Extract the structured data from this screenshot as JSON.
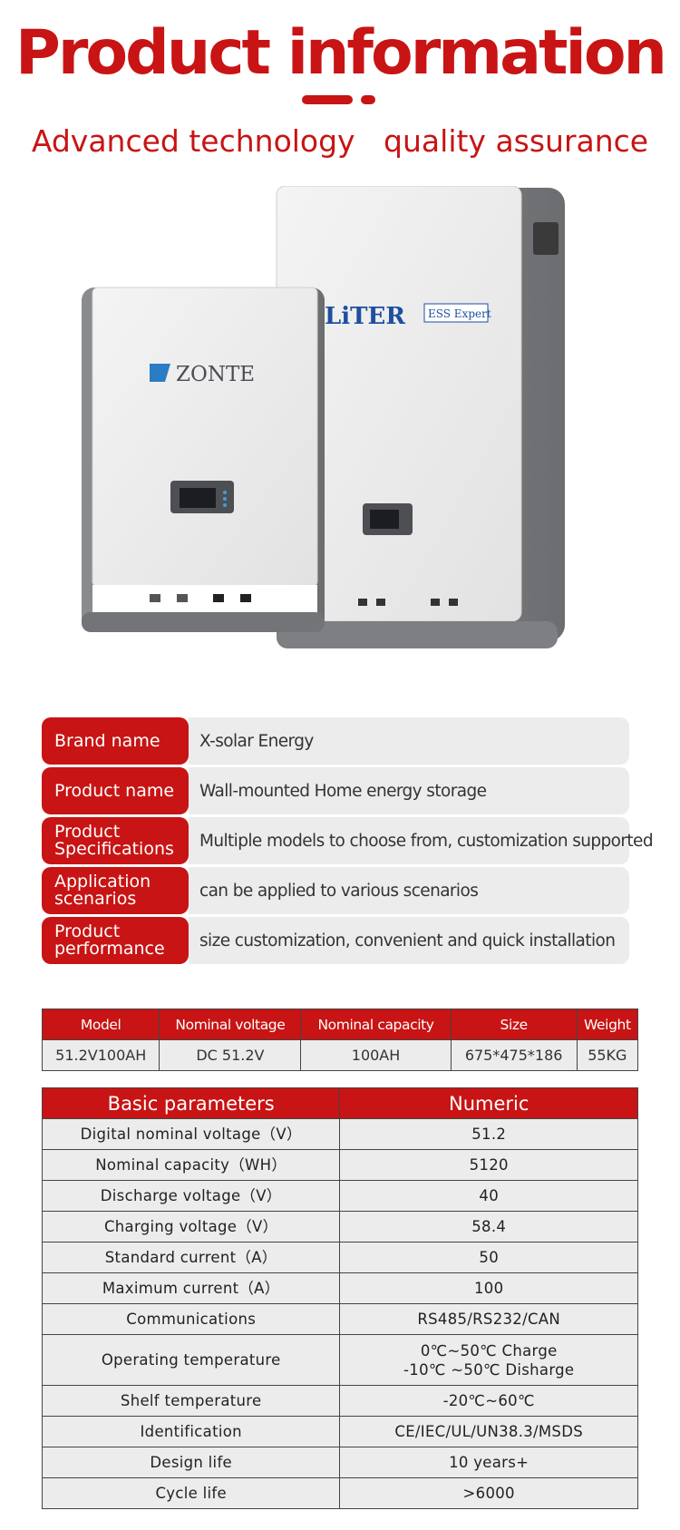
{
  "header": {
    "title": "Product information",
    "subtitle": "Advanced technology   quality assurance"
  },
  "product_image": {
    "left_unit_brand": "ZONTE",
    "right_unit_brand": "LiTER",
    "right_unit_tag": "ESS Expert"
  },
  "info_rows": [
    {
      "label": "Brand name",
      "value": "X-solar Energy"
    },
    {
      "label": "Product name",
      "value": "Wall-mounted Home energy storage"
    },
    {
      "label_lines": [
        "Product",
        "Specifications"
      ],
      "value": "Multiple models to choose from, customization supported"
    },
    {
      "label_lines": [
        "Application",
        "scenarios"
      ],
      "value": "can be applied to various scenarios"
    },
    {
      "label_lines": [
        "Product",
        "performance"
      ],
      "value": "size customization, convenient and quick installation"
    }
  ],
  "model_table": {
    "headers": [
      "Model",
      "Nominal voltage",
      "Nominal capacity",
      "Size",
      "Weight"
    ],
    "row": [
      "51.2V100AH",
      "DC 51.2V",
      "100AH",
      "675*475*186",
      "55KG"
    ]
  },
  "param_table": {
    "headers": [
      "Basic parameters",
      "Numeric"
    ],
    "rows": [
      {
        "param": "Digital nominal voltage（V）",
        "value": "51.2"
      },
      {
        "param": "Nominal capacity（WH）",
        "value": "5120"
      },
      {
        "param": "Discharge voltage（V）",
        "value": "40"
      },
      {
        "param": "Charging voltage（V）",
        "value": "58.4"
      },
      {
        "param": "Standard current（A）",
        "value": "50"
      },
      {
        "param": "Maximum current（A）",
        "value": "100"
      },
      {
        "param": "Communications",
        "value": "RS485/RS232/CAN"
      },
      {
        "param": "Operating temperature",
        "value_lines": [
          "0℃~50℃ Charge",
          "-10℃ ~50℃ Disharge"
        ]
      },
      {
        "param": "Shelf temperature",
        "value": "-20℃~60℃"
      },
      {
        "param": "Identification",
        "value": "CE/IEC/UL/UN38.3/MSDS"
      },
      {
        "param": "Design life",
        "value": "10 years+"
      },
      {
        "param": "Cycle life",
        "value": ">6000"
      }
    ]
  },
  "colors": {
    "accent": "#c81414",
    "cell_bg": "#ececec",
    "border": "#444444"
  }
}
